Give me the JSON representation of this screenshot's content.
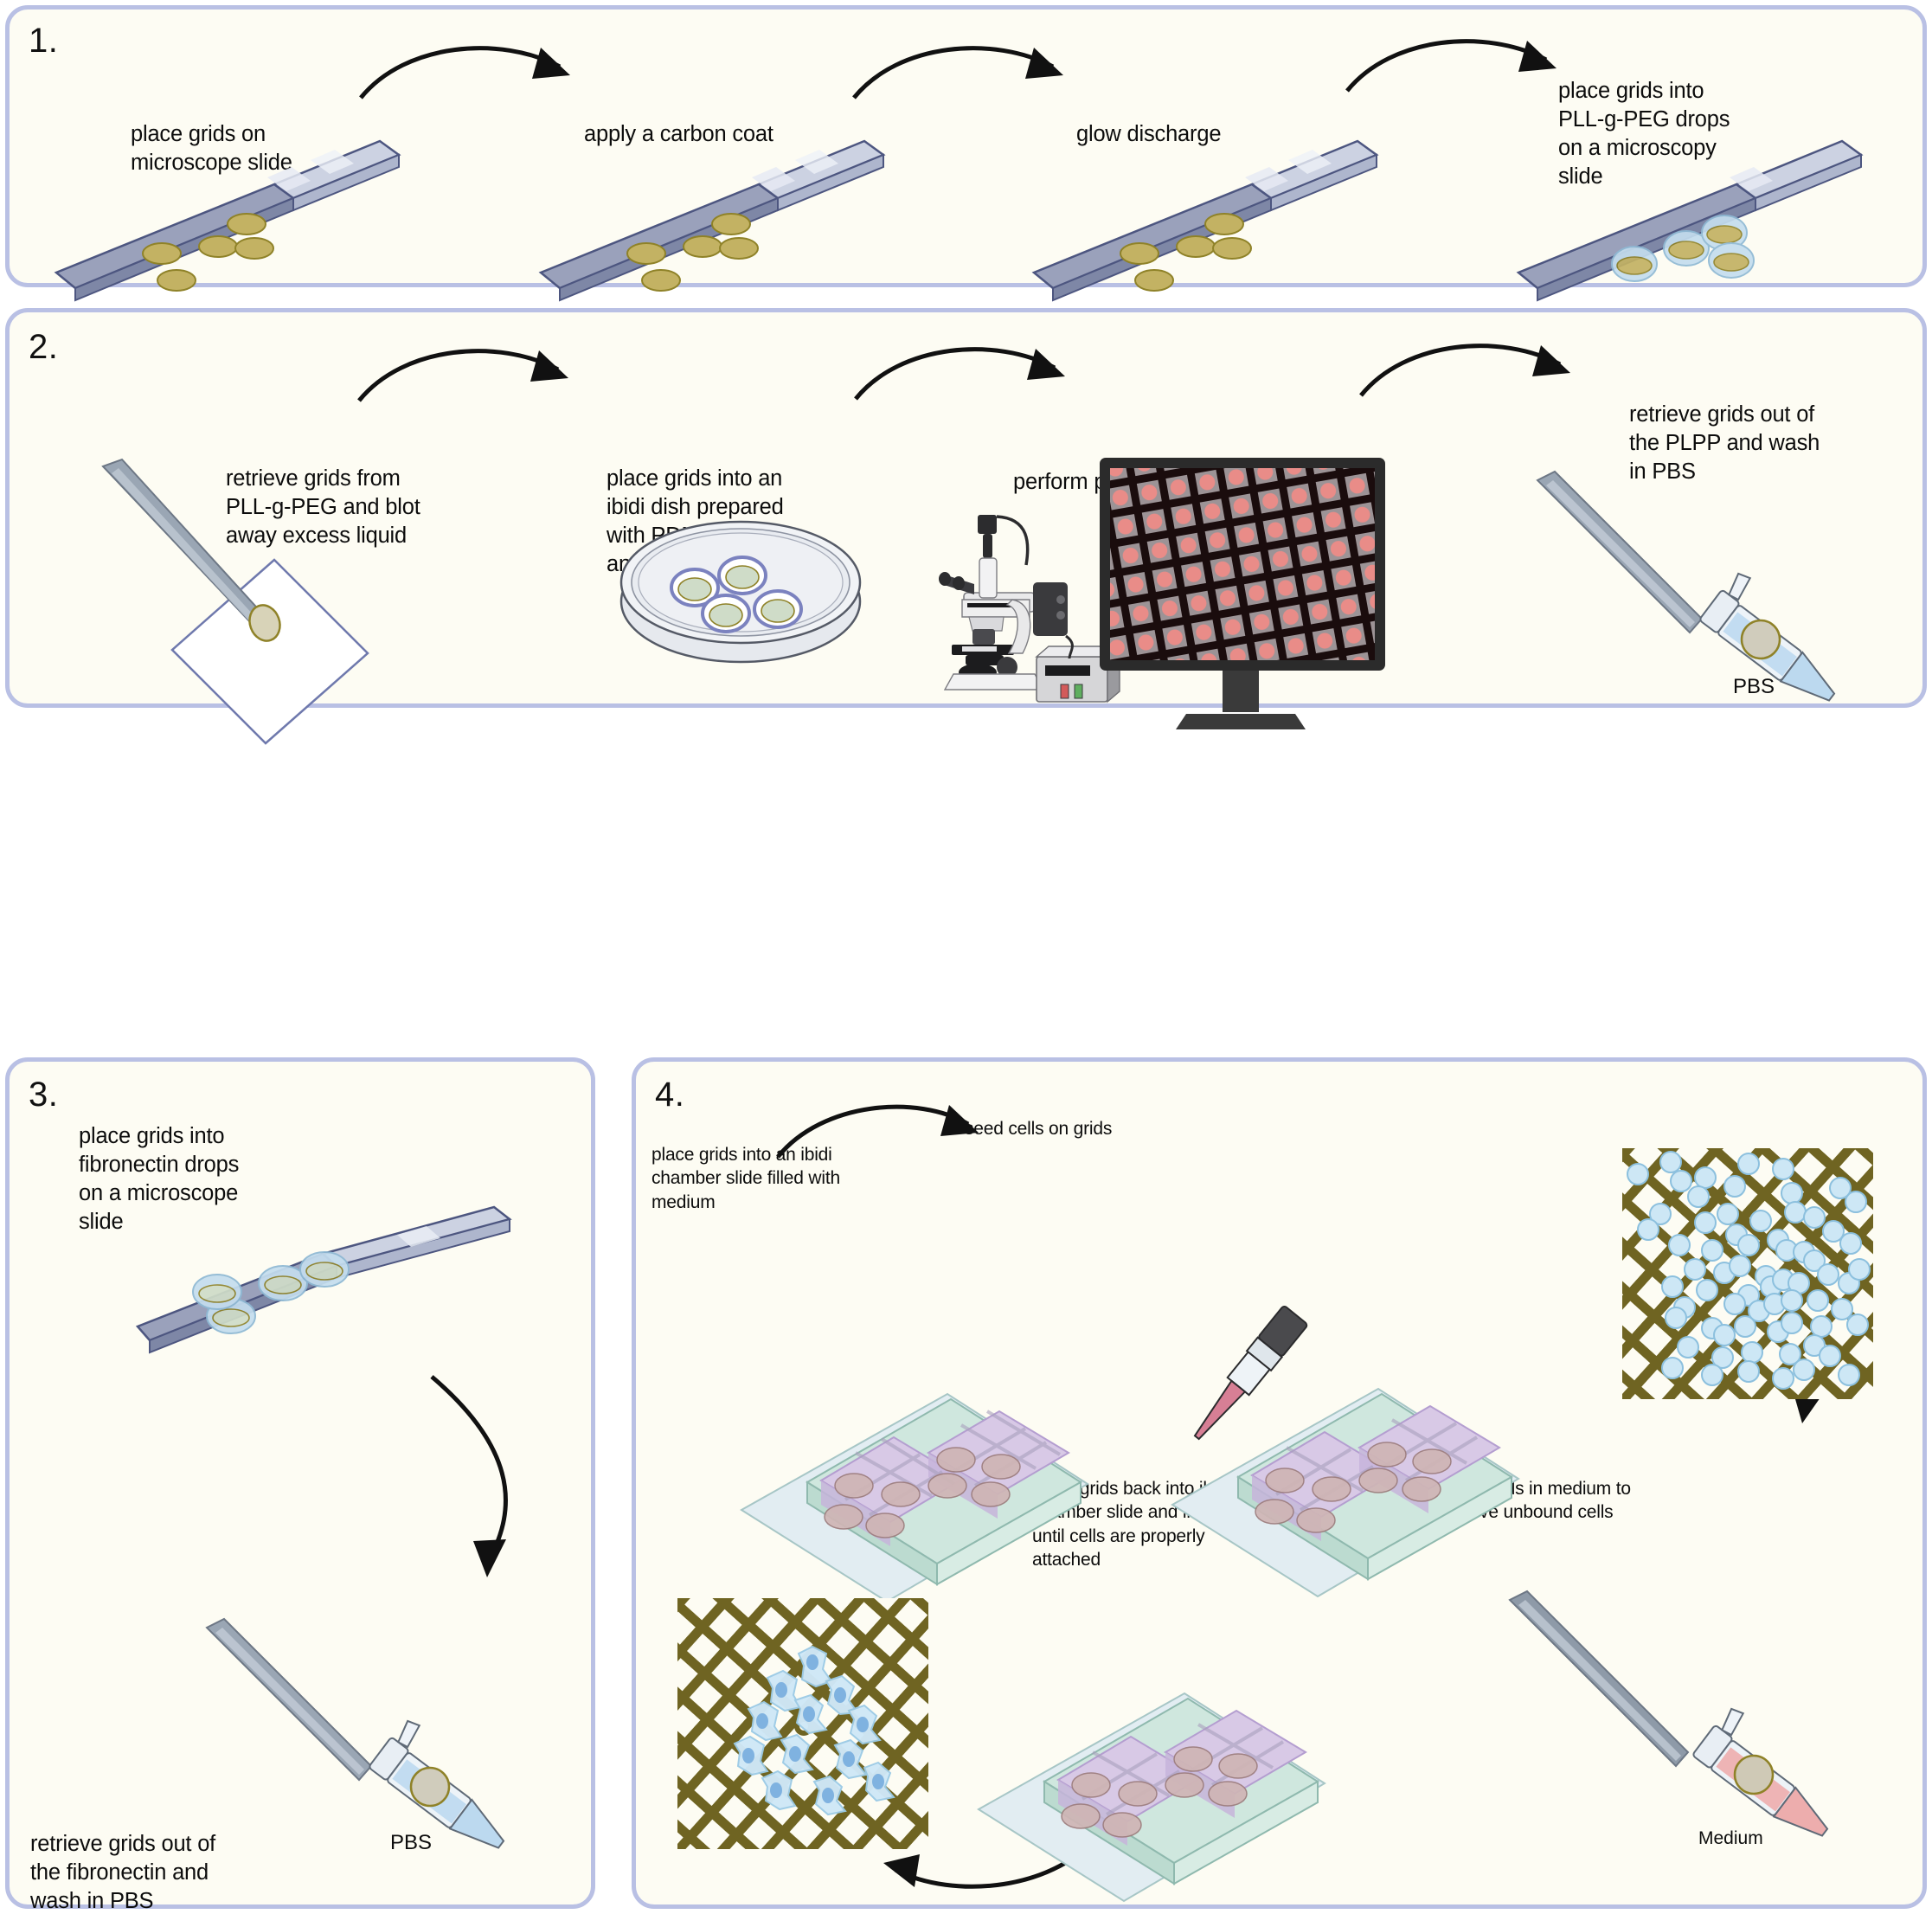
{
  "figure": {
    "type": "protocol-workflow-diagram",
    "panel_count": 4,
    "background_color": "#ffffff",
    "panel_background": "#fdfcf3",
    "panel_border_color": "#b9c0e4",
    "text_color": "#0c0c0c"
  },
  "panels": [
    {
      "number": "1.",
      "steps": [
        {
          "id": "s1-1",
          "label": "place grids on\nmicroscope slide",
          "icon": "microscope-slide-with-grids"
        },
        {
          "id": "s1-2",
          "label": "apply a carbon coat",
          "icon": "microscope-slide-with-grids"
        },
        {
          "id": "s1-3",
          "label": "glow discharge",
          "icon": "microscope-slide-with-grids"
        },
        {
          "id": "s1-4",
          "label": "place grids into\nPLL-g-PEG drops\non a microscopy\nslide",
          "icon": "microscope-slide-with-droplets"
        }
      ],
      "arrows": 3
    },
    {
      "number": "2.",
      "steps": [
        {
          "id": "s2-1",
          "label": "retrieve grids from\nPLL-g-PEG and blot\naway excess liquid",
          "icon": "tweezers-with-grid-on-filter-paper"
        },
        {
          "id": "s2-2",
          "label": "place grids into an\nibidi dish prepared\nwith PDMS stencils\nand PLPP",
          "icon": "petri-dish-with-stencils"
        },
        {
          "id": "s2-3",
          "label": "perform photopatterning",
          "icon": "microscope-and-monitor"
        },
        {
          "id": "s2-4",
          "label": "retrieve grids out of\nthe PLPP and wash\nin PBS",
          "icon": "tweezers-with-tube",
          "tube_label": "PBS",
          "tube_color": "#bcd9ef"
        }
      ],
      "arrows": 3
    },
    {
      "number": "3.",
      "steps": [
        {
          "id": "s3-1",
          "label": "place grids into\nfibronectin drops\non a microscope\nslide",
          "icon": "microscope-slide-with-droplets"
        },
        {
          "id": "s3-2",
          "label": "retrieve grids out of\nthe fibronectin and\nwash in PBS",
          "icon": "tweezers-with-tube",
          "tube_label": "PBS",
          "tube_color": "#bcd9ef"
        }
      ],
      "arrows": 1
    },
    {
      "number": "4.",
      "steps": [
        {
          "id": "s4-1",
          "label": "place grids into an ibidi\nchamber slide filled with\nmedium",
          "icon": "ibidi-chamber-slide"
        },
        {
          "id": "s4-2",
          "label": "seed cells on grids",
          "icon": "pipette-over-chamber-slide"
        },
        {
          "id": "s4-3",
          "label": "",
          "icon": "grid-mesh-with-round-cells"
        },
        {
          "id": "s4-4",
          "label": "wash grids in medium to\nremove unbound cells",
          "icon": "tweezers-with-tube",
          "tube_label": "Medium",
          "tube_color": "#edadad"
        },
        {
          "id": "s4-5",
          "label": "place grids back into ibidi\nchamber slide and incubate\nuntil cells are properly\nattached",
          "icon": "ibidi-chamber-slide"
        },
        {
          "id": "s4-6",
          "label": "",
          "icon": "grid-mesh-with-spread-cells"
        }
      ],
      "arrows": 3
    }
  ],
  "colors": {
    "grid_gold": "#bfae5c",
    "grid_gold_dark": "#8f8228",
    "mesh_olive": "#6f6422",
    "cell_blue": "#c2e0f2",
    "cell_blue_dark": "#7fb7dd",
    "slide_glass": "#cfd4e4",
    "slide_frosted": "#a9afc6",
    "slide_edge": "#5a638f",
    "droplet_blue": "#c4ddee",
    "chamber_green": "#cfe7de",
    "chamber_purple": "#d8c9e6",
    "monitor_dark": "#2b2b2b",
    "monitor_screen_red": "#e98c88",
    "tweezer_steel": "#8e9aa8",
    "pbs_blue": "#bcd9ef",
    "medium_pink": "#edadad",
    "arrow_black": "#111111"
  }
}
